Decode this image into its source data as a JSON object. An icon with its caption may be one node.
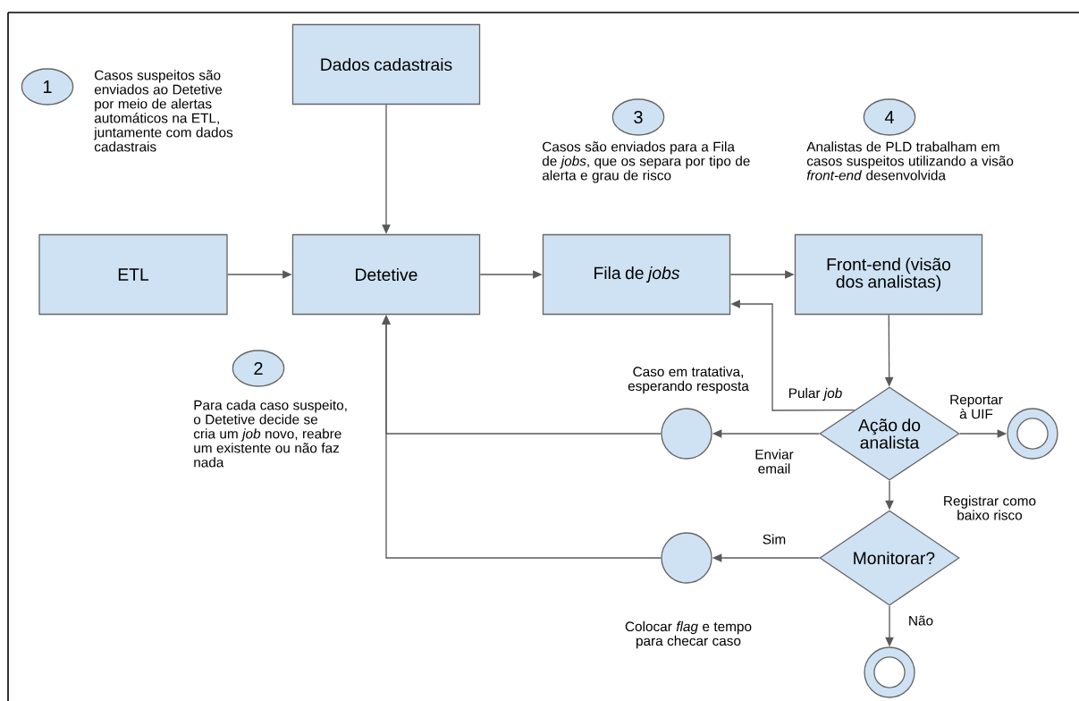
{
  "diagram": {
    "nodes": [
      {
        "text": [
          "1"
        ]
      },
      {
        "text": [
          "Dados cadastrais"
        ]
      },
      {
        "text": [
          "3"
        ]
      },
      {
        "text": [
          "4"
        ]
      },
      {
        "text": [
          "ETL"
        ]
      },
      {
        "text": [
          "Detetive"
        ]
      },
      {
        "text": [
          "Fila de *jobs*"
        ]
      },
      {
        "text": [
          "Front-end (visão dos analistas)"
        ]
      },
      {
        "text": [
          "2"
        ]
      },
      {
        "text": [],
        "shape": "circle",
        "beside": [
          "Caso em tratativa, esperando resposta"
        ]
      },
      {
        "text": [
          "Ação do analista"
        ]
      },
      {
        "text": [],
        "shape": "circle"
      },
      {
        "text": [
          "Monitorar?"
        ]
      },
      {
        "text": [],
        "shape": "circle",
        "beside": [
          "Colocar *flag* e tempo para checar caso"
        ]
      },
      {
        "text": [],
        "shape": "circle"
      }
    ],
    "edges": [
      {
        "from": 1,
        "to": 5,
        "arrow": "to"
      },
      {
        "from": 4,
        "to": 5,
        "arrow": "to"
      },
      {
        "from": 5,
        "to": 6,
        "arrow": "to"
      },
      {
        "from": 6,
        "to": 7,
        "arrow": "to"
      },
      {
        "from": 7,
        "to": 10,
        "arrow": "to"
      },
      {
        "from": 10,
        "to": 6,
        "arrow": "to",
        "label": "Pular *job*"
      },
      {
        "from": 10,
        "to": 9,
        "arrow": "to",
        "label": "Enviar email"
      },
      {
        "from": 10,
        "to": 11,
        "arrow": "to",
        "label": "Reportar à UIF"
      },
      {
        "from": 10,
        "to": 12,
        "arrow": "to",
        "label": "Registrar como baixo risco"
      },
      {
        "from": 9,
        "to": 5,
        "arrow": "to"
      },
      {
        "from": 12,
        "to": 13,
        "arrow": "to",
        "label": "Sim"
      },
      {
        "from": 13,
        "to": 5,
        "arrow": "to"
      },
      {
        "from": 12,
        "to": 14,
        "arrow": "to",
        "label": "Não"
      }
    ],
    "labels": [
      "Casos suspeitos são enviados ao Detetive por meio de alertas automáticos na ETL, juntamente com dados cadastrais",
      "Casos são enviados para a Fila de *jobs*, que os separa por tipo de alerta e grau de risco",
      "Analistas de PLD trabalham em casos suspeitos utilizando a visão *front-end* desenvolvida",
      "Para cada caso suspeito, o Detetive decide se cria um *job* novo, reabre um existente ou não faz nada"
    ]
  }
}
